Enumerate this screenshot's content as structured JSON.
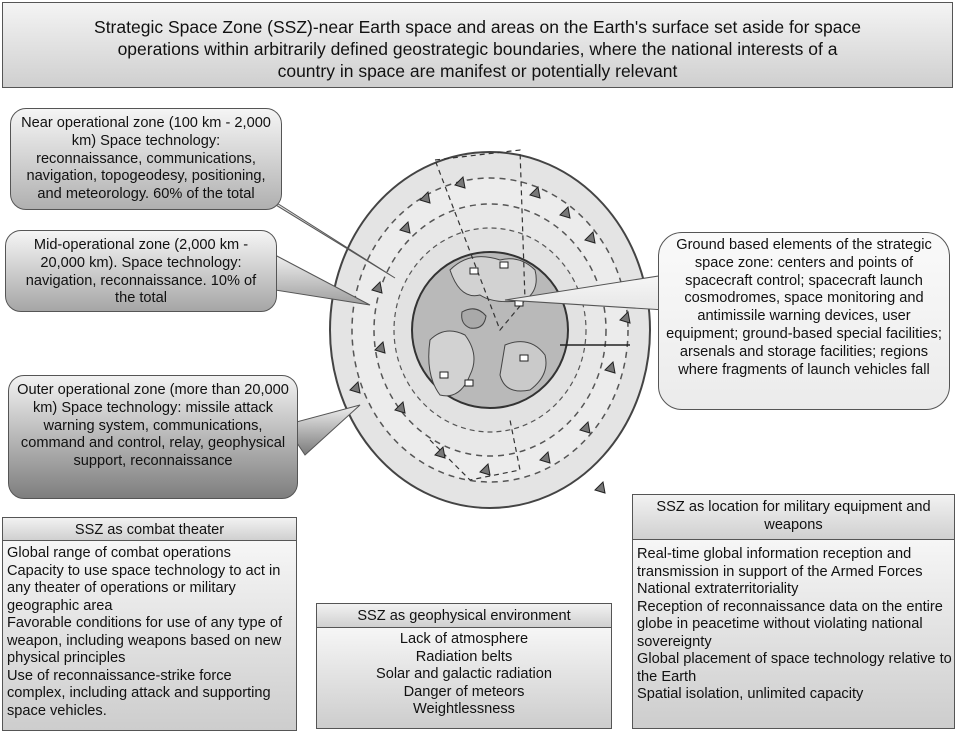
{
  "title": "Strategic Space Zone (SSZ)-near Earth space and areas on the Earth's surface set aside for space operations within arbitrarily defined geostrategic boundaries, where the national interests of a country in space are manifest or potentially relevant",
  "callouts": {
    "near": "Near operational zone (100 km - 2,000 km) Space technology: reconnaissance, communications, navigation, topogeodesy, positioning, and meteorology. 60% of the total",
    "mid": "Mid-operational zone (2,000 km - 20,000 km). Space technology: navigation, reconnaissance. 10% of the total",
    "outer": "Outer operational zone (more than 20,000 km) Space technology: missile attack warning system, communications, command and control, relay, geophysical support, reconnaissance",
    "ground": "Ground based elements of the strategic space zone: centers and points of spacecraft control; spacecraft launch cosmodromes, space monitoring and antimissile warning devices, user equipment; ground-based special facilities; arsenals and storage facilities; regions where fragments of launch vehicles fall"
  },
  "panels": {
    "combat": {
      "heading": "SSZ as combat theater",
      "items": [
        "Global range of combat operations",
        "Capacity to use space technology to act in any theater of operations or military geographic area",
        "Favorable conditions for use of any type of weapon, including weapons based on new physical principles",
        "Use of reconnaissance-strike force complex, including attack and supporting space vehicles."
      ]
    },
    "geophysical": {
      "heading": "SSZ as geophysical environment",
      "items": [
        "Lack of atmosphere",
        "Radiation belts",
        "Solar and galactic radiation",
        "Danger of meteors",
        "Weightlessness"
      ]
    },
    "location": {
      "heading": "SSZ as location for military equipment and weapons",
      "items": [
        "Real-time global information reception and transmission in support of the Armed Forces",
        "National extraterritoriality",
        "Reception of reconnaissance data on the entire globe in peacetime without violating national sovereignty",
        "Global placement of space technology relative to the Earth",
        "Spatial isolation, unlimited capacity"
      ]
    }
  },
  "colors": {
    "outer_ring": "#e4e4e4",
    "earth": "#b9b9b9",
    "landmass": "#cfcfcf",
    "callout_dark": "#8a8a8a",
    "callout_light": "#eeeeee"
  }
}
